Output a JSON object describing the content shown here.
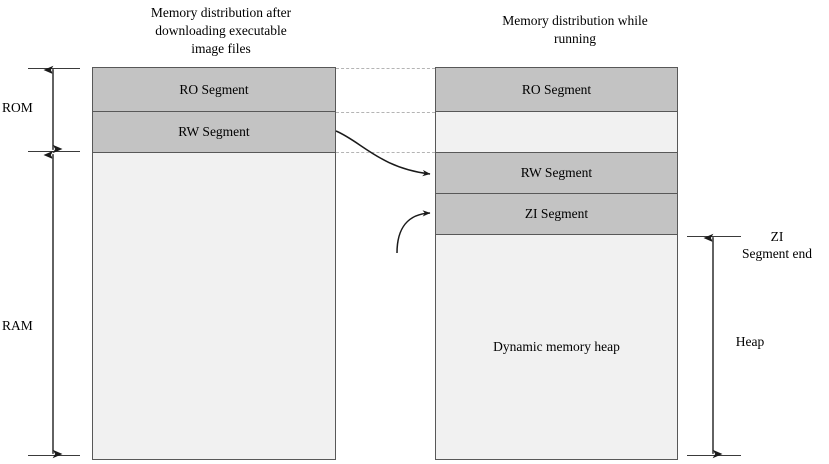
{
  "diagram": {
    "title_left": "Memory distribution after\ndownloading executable\nimage files",
    "title_right": "Memory distribution while\nrunning"
  },
  "left_column": {
    "segments": [
      {
        "label": "RO Segment",
        "fill": "#c3c3c3"
      },
      {
        "label": "RW Segment",
        "fill": "#c3c3c3"
      },
      {
        "label": "",
        "fill": "#f1f1f1"
      }
    ]
  },
  "right_column": {
    "segments": [
      {
        "label": "RO Segment",
        "fill": "#c3c3c3"
      },
      {
        "label": "",
        "fill": "#f1f1f1"
      },
      {
        "label": "RW Segment",
        "fill": "#c3c3c3"
      },
      {
        "label": "ZI Segment",
        "fill": "#c3c3c3"
      },
      {
        "label": "Dynamic memory heap",
        "fill": "#f1f1f1"
      }
    ]
  },
  "brackets": {
    "rom": "ROM",
    "ram": "RAM",
    "zi_segment_end": "ZI\nSegment end",
    "heap": "Heap"
  },
  "colors": {
    "segment_fill": "#c3c3c3",
    "free_fill": "#f1f1f1",
    "outline": "#585858",
    "guide": "#b4b4b4",
    "arrow": "#1a1a1a",
    "background": "#ffffff"
  }
}
